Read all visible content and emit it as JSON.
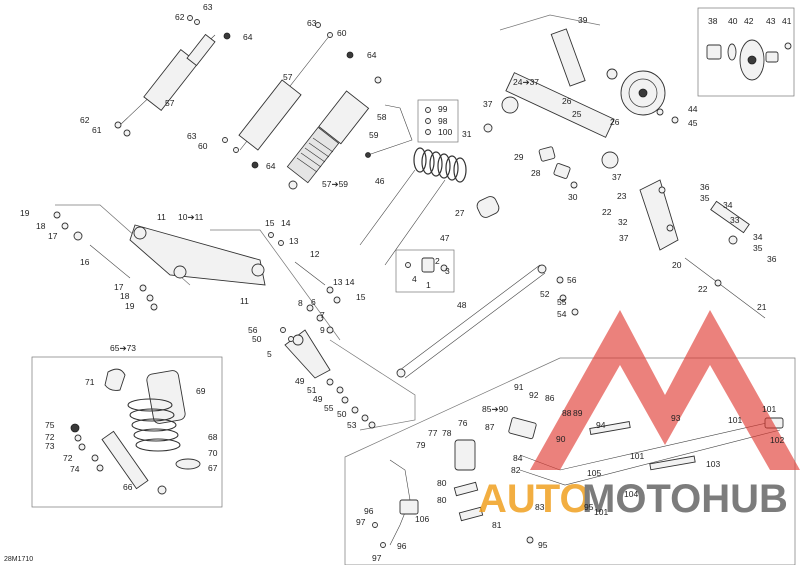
{
  "diagram": {
    "code": "28M1710",
    "watermark": {
      "brand_left": "AUTO",
      "brand_right": "MOTOHUB",
      "colors": {
        "red": "#e03a32",
        "orange": "#f0a020",
        "gray": "#666666"
      }
    },
    "callouts": [
      {
        "t": "63"
      },
      {
        "t": "62"
      },
      {
        "t": "64"
      },
      {
        "t": "57"
      },
      {
        "t": "62"
      },
      {
        "t": "61"
      },
      {
        "t": "63"
      },
      {
        "t": "60"
      },
      {
        "t": "64"
      },
      {
        "t": "57"
      },
      {
        "t": "63"
      },
      {
        "t": "60"
      },
      {
        "t": "64"
      },
      {
        "t": "58"
      },
      {
        "t": "59"
      },
      {
        "t": "57➔59"
      },
      {
        "t": "99"
      },
      {
        "t": "98"
      },
      {
        "t": "100"
      },
      {
        "t": "46"
      },
      {
        "t": "27"
      },
      {
        "t": "47"
      },
      {
        "t": "39"
      },
      {
        "t": "38"
      },
      {
        "t": "40"
      },
      {
        "t": "42"
      },
      {
        "t": "43"
      },
      {
        "t": "41"
      },
      {
        "t": "24➔37"
      },
      {
        "t": "26"
      },
      {
        "t": "37"
      },
      {
        "t": "25"
      },
      {
        "t": "26"
      },
      {
        "t": "31"
      },
      {
        "t": "29"
      },
      {
        "t": "28"
      },
      {
        "t": "30"
      },
      {
        "t": "37"
      },
      {
        "t": "44"
      },
      {
        "t": "45"
      },
      {
        "t": "36"
      },
      {
        "t": "23"
      },
      {
        "t": "35"
      },
      {
        "t": "22"
      },
      {
        "t": "32"
      },
      {
        "t": "34"
      },
      {
        "t": "33"
      },
      {
        "t": "37"
      },
      {
        "t": "34"
      },
      {
        "t": "35"
      },
      {
        "t": "36"
      },
      {
        "t": "20"
      },
      {
        "t": "22"
      },
      {
        "t": "21"
      },
      {
        "t": "19"
      },
      {
        "t": "11"
      },
      {
        "t": "10➔11"
      },
      {
        "t": "18"
      },
      {
        "t": "17"
      },
      {
        "t": "16"
      },
      {
        "t": "17"
      },
      {
        "t": "18"
      },
      {
        "t": "19"
      },
      {
        "t": "11"
      },
      {
        "t": "15"
      },
      {
        "t": "14"
      },
      {
        "t": "13"
      },
      {
        "t": "12"
      },
      {
        "t": "13"
      },
      {
        "t": "14"
      },
      {
        "t": "15"
      },
      {
        "t": "8"
      },
      {
        "t": "6"
      },
      {
        "t": "7"
      },
      {
        "t": "9"
      },
      {
        "t": "56"
      },
      {
        "t": "50"
      },
      {
        "t": "5"
      },
      {
        "t": "4"
      },
      {
        "t": "2"
      },
      {
        "t": "3"
      },
      {
        "t": "1"
      },
      {
        "t": "56"
      },
      {
        "t": "52"
      },
      {
        "t": "55"
      },
      {
        "t": "54"
      },
      {
        "t": "48"
      },
      {
        "t": "49"
      },
      {
        "t": "51"
      },
      {
        "t": "49"
      },
      {
        "t": "55"
      },
      {
        "t": "50"
      },
      {
        "t": "53"
      },
      {
        "t": "65➔73"
      },
      {
        "t": "71"
      },
      {
        "t": "69"
      },
      {
        "t": "75"
      },
      {
        "t": "72"
      },
      {
        "t": "73"
      },
      {
        "t": "72"
      },
      {
        "t": "74"
      },
      {
        "t": "68"
      },
      {
        "t": "70"
      },
      {
        "t": "67"
      },
      {
        "t": "66"
      },
      {
        "t": "91"
      },
      {
        "t": "92"
      },
      {
        "t": "85➔90"
      },
      {
        "t": "86"
      },
      {
        "t": "76"
      },
      {
        "t": "88"
      },
      {
        "t": "89"
      },
      {
        "t": "87"
      },
      {
        "t": "78"
      },
      {
        "t": "77"
      },
      {
        "t": "79"
      },
      {
        "t": "90"
      },
      {
        "t": "84"
      },
      {
        "t": "82"
      },
      {
        "t": "83"
      },
      {
        "t": "80"
      },
      {
        "t": "80"
      },
      {
        "t": "81"
      },
      {
        "t": "106"
      },
      {
        "t": "96"
      },
      {
        "t": "97"
      },
      {
        "t": "96"
      },
      {
        "t": "97"
      },
      {
        "t": "95"
      },
      {
        "t": "95"
      },
      {
        "t": "93"
      },
      {
        "t": "94"
      },
      {
        "t": "105"
      },
      {
        "t": "101"
      },
      {
        "t": "104"
      },
      {
        "t": "101"
      },
      {
        "t": "103"
      },
      {
        "t": "101"
      },
      {
        "t": "101"
      },
      {
        "t": "102"
      }
    ]
  }
}
